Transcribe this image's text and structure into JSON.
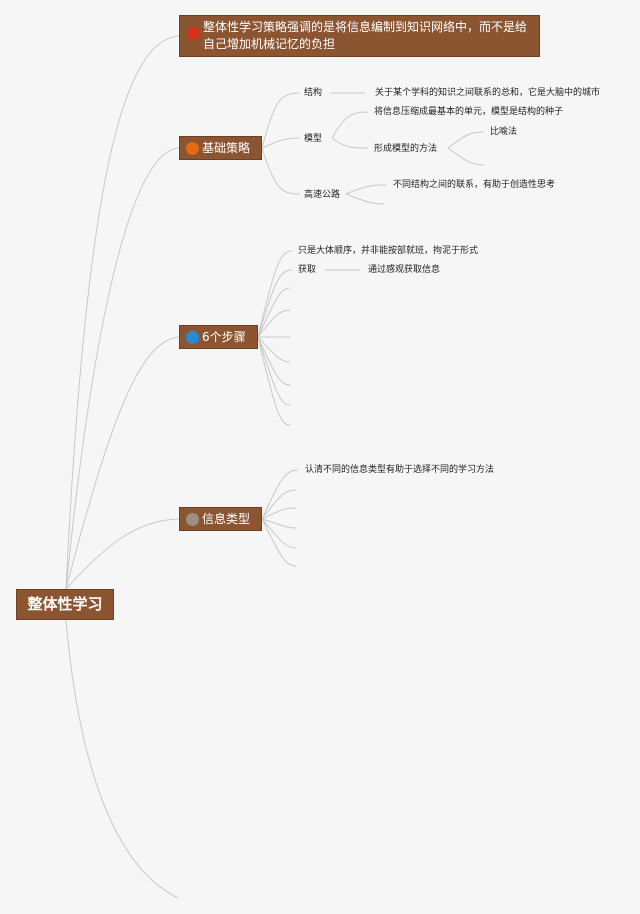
{
  "root": "整体性学习",
  "topics": [
    {
      "label": "整体性学习策略强调的是将信息编制到知识网络中，而不是给自己增加机械记忆的负担",
      "badge_color": "#d6321c"
    },
    {
      "label": "基础策略",
      "badge_color": "#e56a12"
    },
    {
      "label": "6个步骤",
      "badge_color": "#2a8ad1"
    },
    {
      "label": "信息类型",
      "badge_color": "#9b8f84"
    }
  ],
  "basic": {
    "structure": "结构",
    "structure_desc": "关于某个学科的知识之间联系的总和，它是大脑中的城市",
    "model": "模型",
    "model_desc": "将信息压缩成最基本的单元，模型是结构的种子",
    "model_method": "形成模型的方法",
    "metaphor": "比喻法",
    "highway": "高速公路",
    "highway_desc": "不同结构之间的联系，有助于创造性思考"
  },
  "steps": {
    "note": "只是大体顺序，并非能按部就班，拘泥于形式",
    "acquire": "获取",
    "acquire_desc": "通过感观获取信息"
  },
  "info_types": {
    "note": "认清不同的信息类型有助于选择不同的学习方法"
  }
}
